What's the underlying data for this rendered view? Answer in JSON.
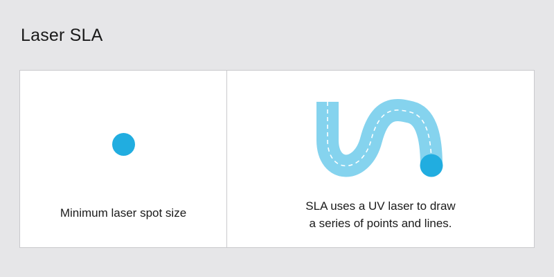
{
  "page": {
    "title": "Laser SLA"
  },
  "panels": {
    "left": {
      "caption": "Minimum laser spot size"
    },
    "right": {
      "caption_line1": "SLA uses a UV laser to draw",
      "caption_line2": "a series of points and lines."
    }
  },
  "colors": {
    "laser_spot": "#21ade0",
    "laser_path": "#85d3ee",
    "path_dash": "#ffffff",
    "panel_bg": "#ffffff",
    "page_bg": "#e6e6e8",
    "border": "#c9c9cc"
  }
}
